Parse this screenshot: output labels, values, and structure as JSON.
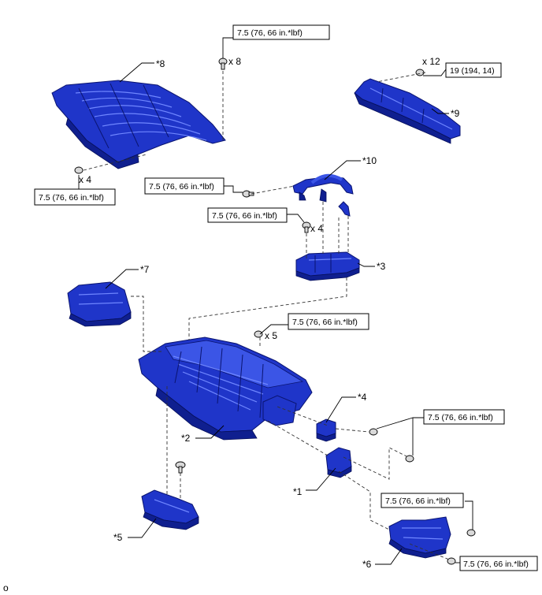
{
  "callouts": {
    "c1": "7.5 (76, 66 in.*lbf)",
    "c2": "19 (194, 14)",
    "c3": "7.5 (76, 66 in.*lbf)",
    "c4": "7.5 (76, 66 in.*lbf)",
    "c5": "7.5 (76, 66 in.*lbf)",
    "c6": "7.5 (76, 66 in.*lbf)",
    "c7": "7.5 (76, 66 in.*lbf)",
    "c8": "7.5 (76, 66 in.*lbf)",
    "c9": "7.5 (76, 66 in.*lbf)"
  },
  "quantities": {
    "q_top": "x 8",
    "q_right": "x 12",
    "q_left": "x 4",
    "q_mid": "x 4",
    "q_main": "x 5"
  },
  "labels": {
    "l1": "*1",
    "l2": "*2",
    "l3": "*3",
    "l4": "*4",
    "l5": "*5",
    "l6": "*6",
    "l7": "*7",
    "l8": "*8",
    "l9": "*9",
    "l10": "*10"
  },
  "corner_mark": "o",
  "colors": {
    "part_blue": "#1f35c9",
    "outline": "#0a1470"
  }
}
